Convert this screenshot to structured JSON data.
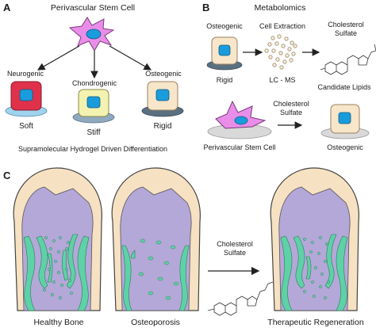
{
  "panels": {
    "a": {
      "letter": "A",
      "title": "Perivascular Stem Cell",
      "fates": [
        {
          "label": "Neurogenic",
          "substrate": "Soft"
        },
        {
          "label": "Chondrogenic",
          "substrate": "Stiff"
        },
        {
          "label": "Osteogenic",
          "substrate": "Rigid"
        }
      ],
      "caption": "Supramolecular Hydrogel Driven Differentiation"
    },
    "b": {
      "letter": "B",
      "title": "Metabolomics",
      "step1_label": "Osteogenic",
      "step1_substrate": "Rigid",
      "step2_label": "Cell Extraction",
      "step2_method": "LC - MS",
      "step3_label_line1": "Cholesterol",
      "step3_label_line2": "Sulfate",
      "step3_caption": "Candidate Lipids",
      "arrow2_label_line1": "Cholesterol",
      "arrow2_label_line2": "Sulfate",
      "bottom_left_label": "Perivascular Stem Cell",
      "bottom_right_label": "Osteogenic"
    },
    "c": {
      "letter": "C",
      "bones": [
        {
          "label": "Healthy Bone"
        },
        {
          "label": "Osteoporosis"
        },
        {
          "label": "Therapeutic Regeneration"
        }
      ],
      "treatment_line1": "Cholesterol",
      "treatment_line2": "Sulfate"
    }
  },
  "colors": {
    "cell_body": "#e88ee8",
    "nucleus": "#1a9cdc",
    "neurogenic_cell": "#e0314b",
    "chondrogenic_cell": "#f3f2b0",
    "osteogenic_cell": "#f7e6c9",
    "soft_substrate": "#9fd3ef",
    "stiff_substrate": "#8fa9bf",
    "rigid_substrate": "#5a7080",
    "bone_cortex": "#f6e1c2",
    "bone_marrow": "#b4a8d8",
    "trabecular": "#5fd1a6"
  }
}
